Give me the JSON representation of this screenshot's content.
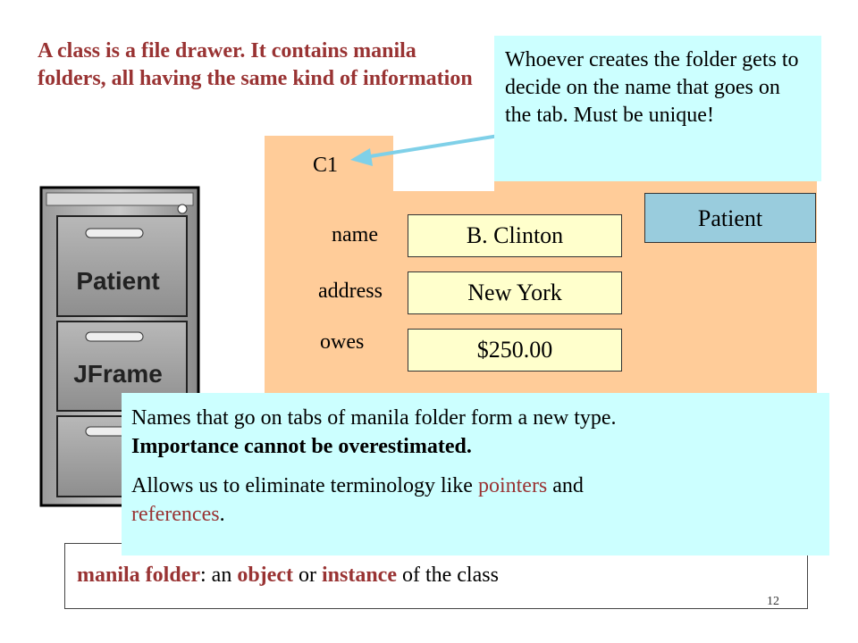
{
  "title": "A class is a file drawer. It contains manila folders, all having the same kind of information",
  "callout_tab": "Whoever creates the folder gets to decide on the name that goes on the tab. Must be unique!",
  "folder": {
    "tab_label": "C1",
    "fields": [
      {
        "label": "name",
        "value": "B. Clinton"
      },
      {
        "label": "address",
        "value": "New York"
      },
      {
        "label": "owes",
        "value": "$250.00"
      }
    ],
    "class_name": "Patient"
  },
  "cabinet": {
    "drawers": [
      "Patient",
      "JFrame",
      ""
    ]
  },
  "callout_types": {
    "line1": "Names that go on tabs of manila folder form a new type.",
    "line1_bold": "Importance cannot be overestimated.",
    "para2_start": "Allows us to eliminate terminology like ",
    "para2_pointers": "pointers",
    "para2_and": " and",
    "para2_references": "references",
    "para2_end": "."
  },
  "bottom": {
    "term": "manila folder",
    "colon": ": an ",
    "object": "object",
    "or": " or ",
    "instance": "instance",
    "rest": " of the class"
  },
  "slide_number": "12",
  "colors": {
    "title": "#993333",
    "callout_bg": "#ccffff",
    "folder_bg": "#ffcc99",
    "value_bg": "#ffffcc",
    "class_bg": "#99ccdd"
  }
}
